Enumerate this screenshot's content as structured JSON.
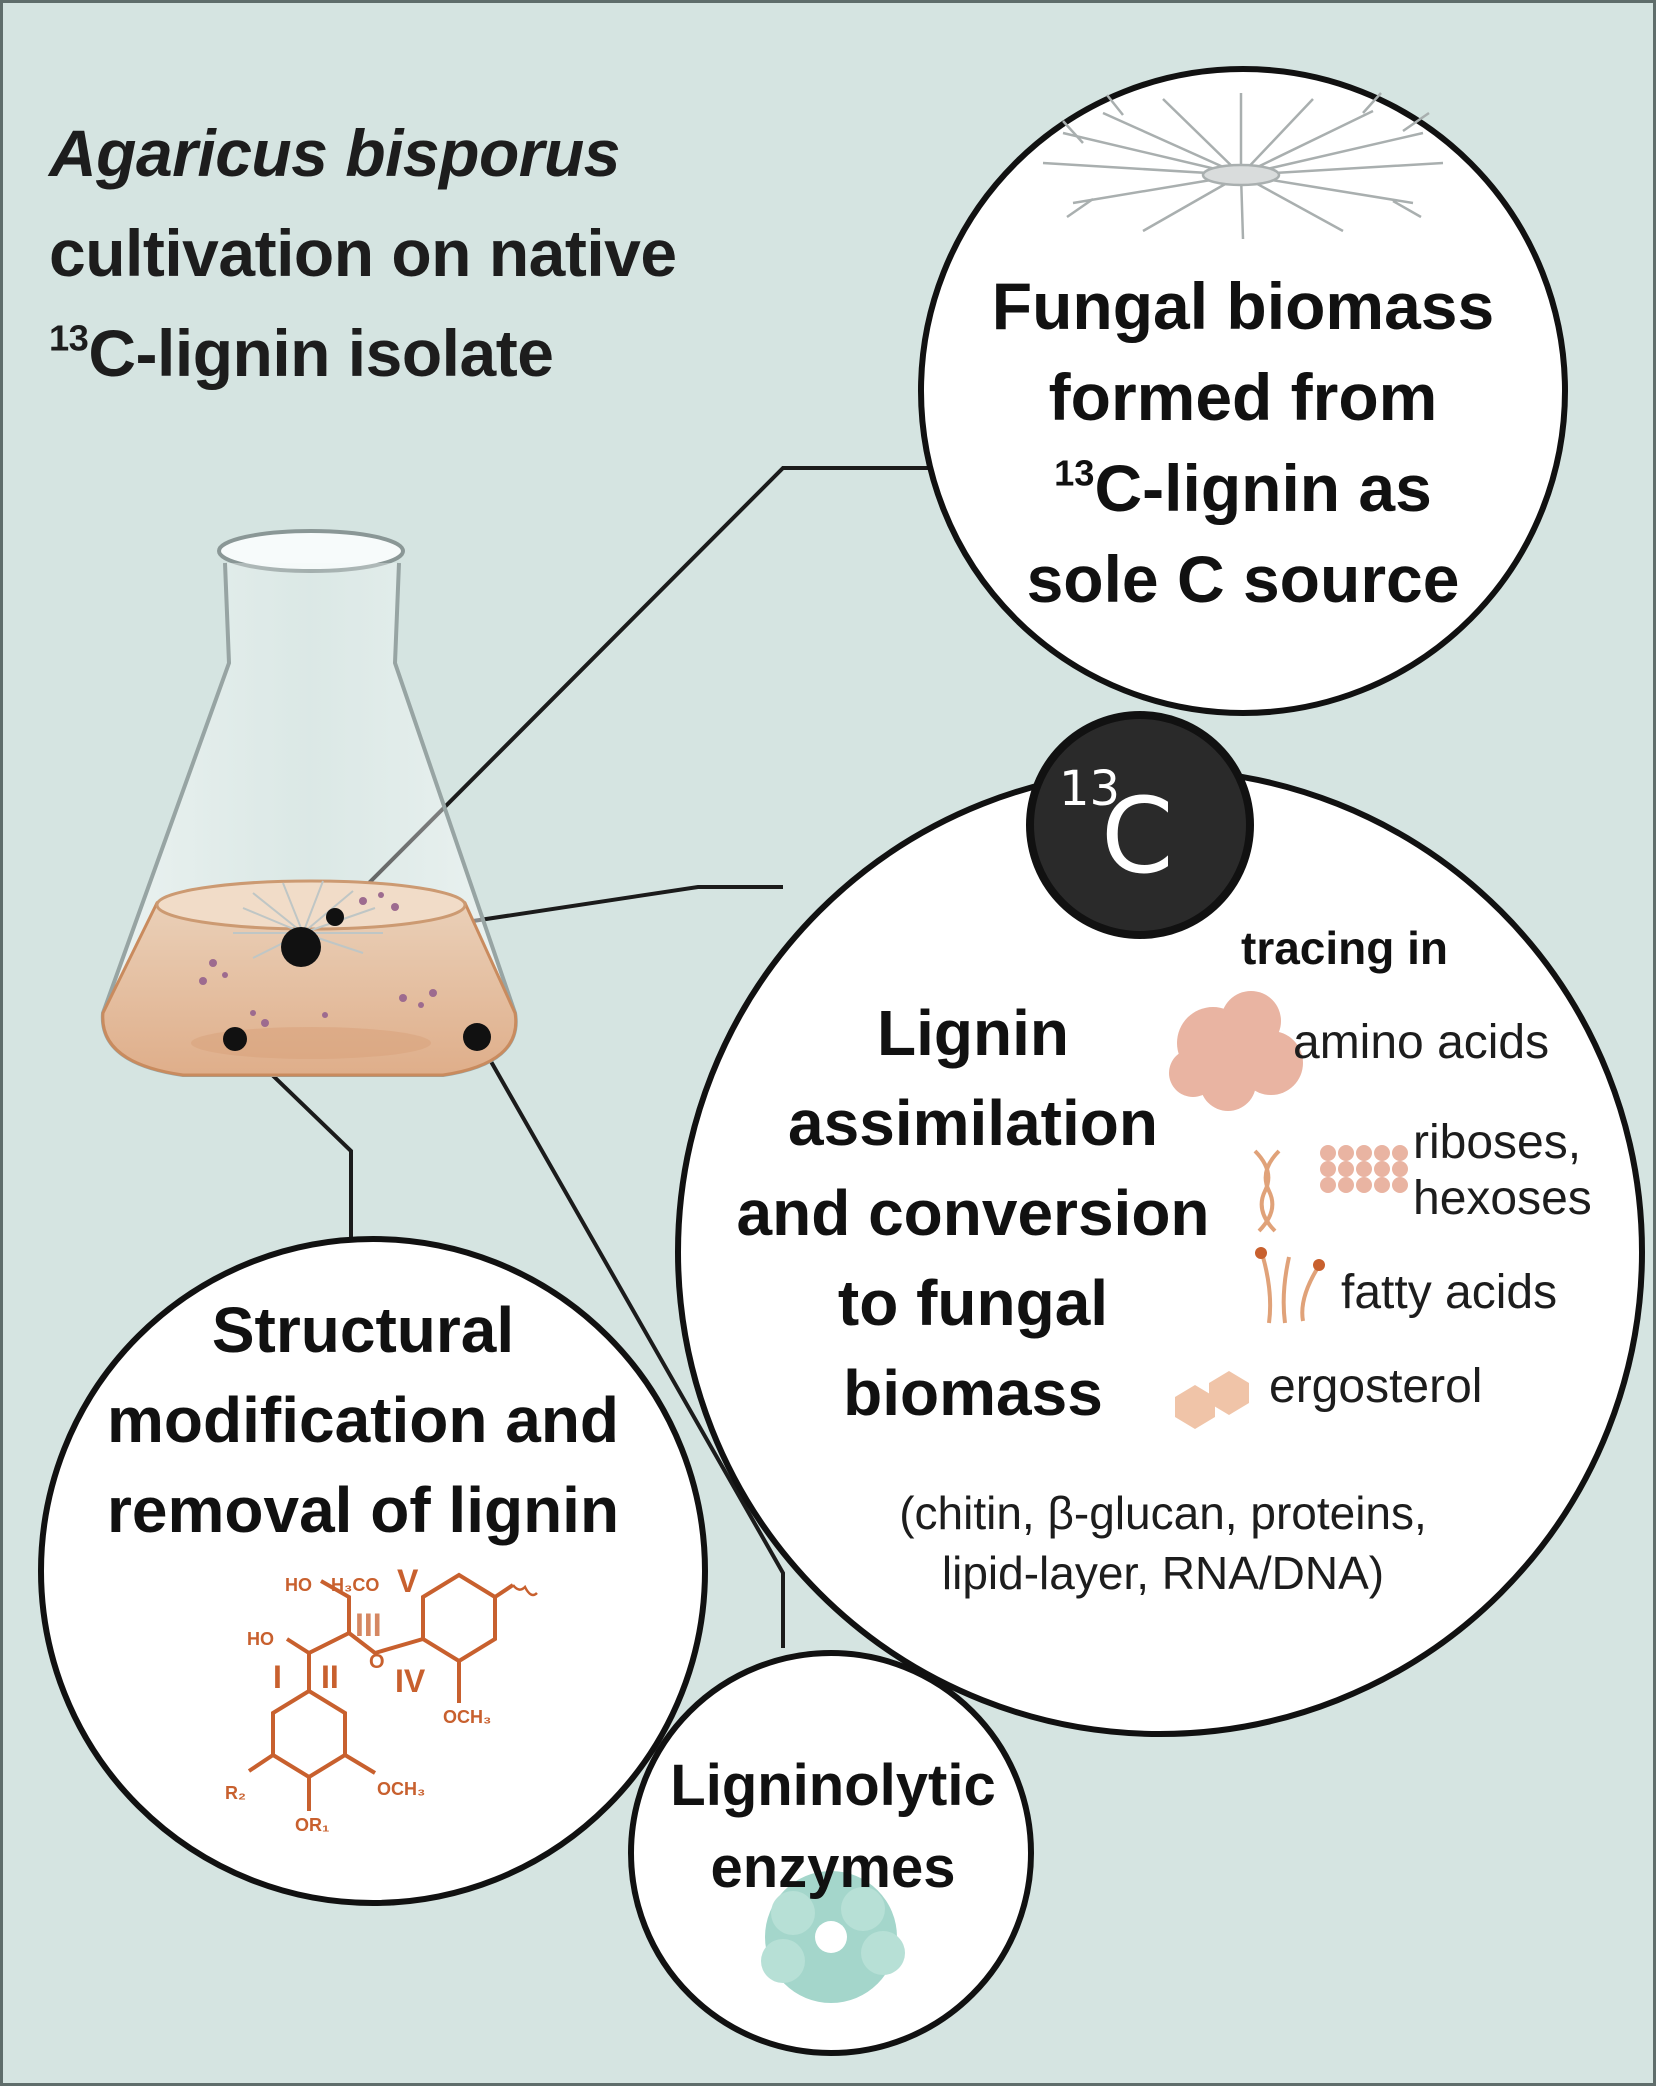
{
  "title": {
    "species": "Agaricus bisporus",
    "line2": "cultivation on native",
    "isotope": "13",
    "line3": "C-lignin isolate"
  },
  "fungal_circle": {
    "line1": "Fungal biomass",
    "line2": "formed from",
    "isotope": "13",
    "line3": "C-lignin as",
    "line4": "sole C source"
  },
  "tracer_badge": {
    "mass": "13",
    "symbol": "C"
  },
  "assimilation_circle": {
    "tracing_label": "tracing in",
    "heading": [
      "Lignin",
      "assimilation",
      "and conversion",
      "to fungal",
      "biomass"
    ],
    "biomolecules": {
      "amino_acids": "amino acids",
      "sugars_line1": "riboses,",
      "sugars_line2": "hexoses",
      "fatty_acids": "fatty acids",
      "ergosterol": "ergosterol"
    },
    "note_line1": "(chitin, β-glucan, proteins,",
    "note_line2": "lipid-layer, RNA/DNA)"
  },
  "structural_circle": {
    "lines": [
      "Structural",
      "modification and",
      "removal of lignin"
    ],
    "lignin_structure": {
      "labels": {
        "ho_top": "HO",
        "h3co": "H₃CO",
        "ho_left": "HO",
        "o_ether": "O",
        "och3_right": "OCH₃",
        "och3_bottom": "OCH₃",
        "r2": "R₂",
        "or1": "OR₁"
      },
      "positions": {
        "I": "I",
        "II": "II",
        "III": "III",
        "IV": "IV",
        "V": "V"
      },
      "color": "#c8602e"
    }
  },
  "enzymes_circle": {
    "line1": "Ligninolytic",
    "line2": "enzymes"
  },
  "colors": {
    "background": "#d5e4e1",
    "amino_acid": "#e9b4a2",
    "lipid": "#e0a279",
    "enzyme": "#a4d6cb",
    "badge": "#2a2a2a"
  }
}
